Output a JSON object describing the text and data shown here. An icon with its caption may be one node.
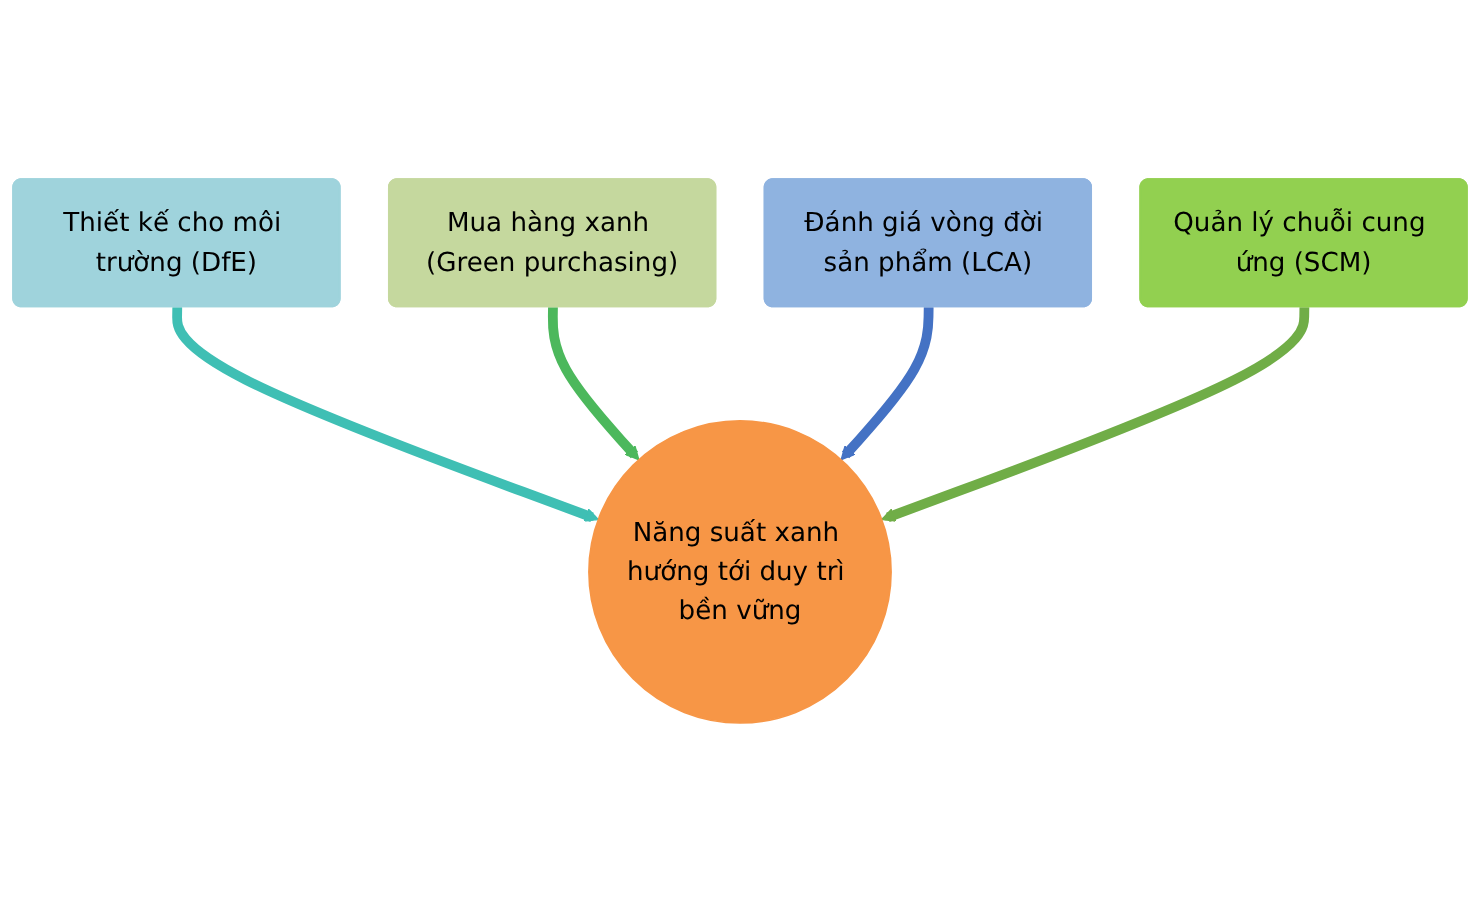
{
  "diagram": {
    "nodes": [
      {
        "text": [
          "Thiết kế cho môi trường (DfE)"
        ]
      },
      {
        "text": [
          "Mua hàng xanh (Green purchasing)"
        ]
      },
      {
        "text": [
          "Đánh giá vòng đời sản phẩm (LCA)"
        ]
      },
      {
        "text": [
          "Quản lý chuỗi cung ứng (SCM)"
        ]
      },
      {
        "text": [
          "Năng suất xanh hướng tới duy trì bền vững"
        ]
      }
    ],
    "edges": [
      {
        "from": 0,
        "to": 4,
        "arrow": "to",
        "color": "#3fbfb4"
      },
      {
        "from": 1,
        "to": 4,
        "arrow": "to",
        "color": "#4cb85c"
      },
      {
        "from": 2,
        "to": 4,
        "arrow": "to",
        "color": "#4472c4"
      },
      {
        "from": 3,
        "to": 4,
        "arrow": "to",
        "color": "#70ad47"
      }
    ]
  }
}
